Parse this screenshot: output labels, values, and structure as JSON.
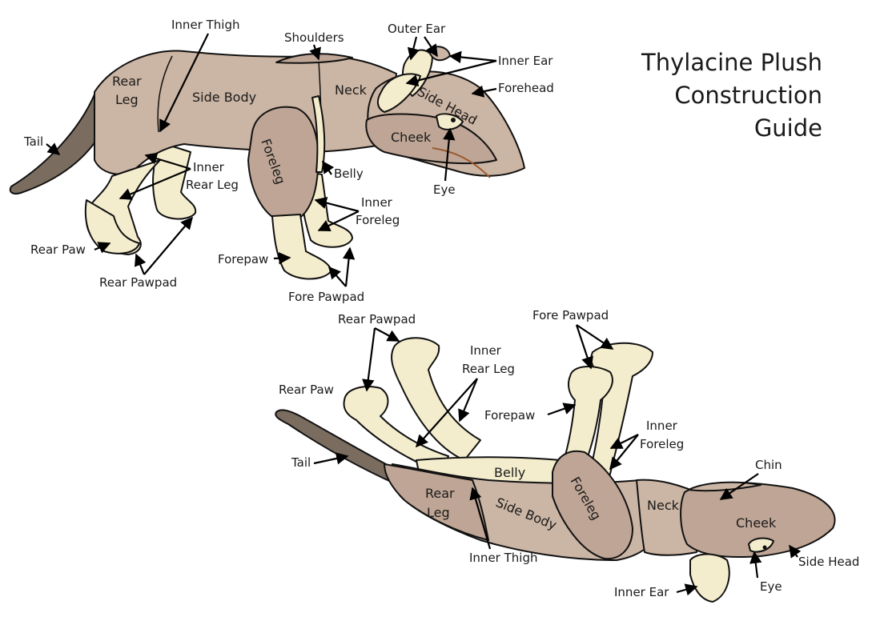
{
  "title_lines": [
    "Thylacine Plush",
    "Construction",
    "Guide"
  ],
  "colors": {
    "fur": "#cbb5a4",
    "fur_dark": "#bea595",
    "cream": "#f4edcd",
    "tail": "#7a6c5f",
    "outline": "#111111",
    "mouth": "#9a5a2e"
  },
  "labels_top": {
    "inner_thigh": "Inner Thigh",
    "shoulders": "Shoulders",
    "outer_ear": "Outer Ear",
    "inner_ear": "Inner Ear",
    "forehead": "Forehead",
    "tail": "Tail",
    "inner_rear_leg_1": "Inner",
    "inner_rear_leg_2": "Rear Leg",
    "belly": "Belly",
    "inner_foreleg_1": "Inner",
    "inner_foreleg_2": "Foreleg",
    "eye": "Eye",
    "rear_paw": "Rear Paw",
    "rear_pawpad": "Rear Pawpad",
    "forepaw": "Forepaw",
    "fore_pawpad": "Fore Pawpad"
  },
  "body_labels_top": {
    "rear_leg_1": "Rear",
    "rear_leg_2": "Leg",
    "side_body": "Side Body",
    "neck": "Neck",
    "side_head": "Side Head",
    "cheek": "Cheek",
    "foreleg": "Foreleg"
  },
  "labels_bottom": {
    "rear_pawpad": "Rear Pawpad",
    "fore_pawpad": "Fore Pawpad",
    "inner_rear_leg_1": "Inner",
    "inner_rear_leg_2": "Rear Leg",
    "rear_paw": "Rear Paw",
    "forepaw": "Forepaw",
    "inner_foreleg_1": "Inner",
    "inner_foreleg_2": "Foreleg",
    "tail": "Tail",
    "chin": "Chin",
    "inner_thigh": "Inner Thigh",
    "side_head": "Side Head",
    "inner_ear": "Inner Ear",
    "eye": "Eye"
  },
  "body_labels_bottom": {
    "belly": "Belly",
    "rear_leg_1": "Rear",
    "rear_leg_2": "Leg",
    "side_body": "Side Body",
    "foreleg": "Foreleg",
    "neck": "Neck",
    "cheek": "Cheek"
  }
}
